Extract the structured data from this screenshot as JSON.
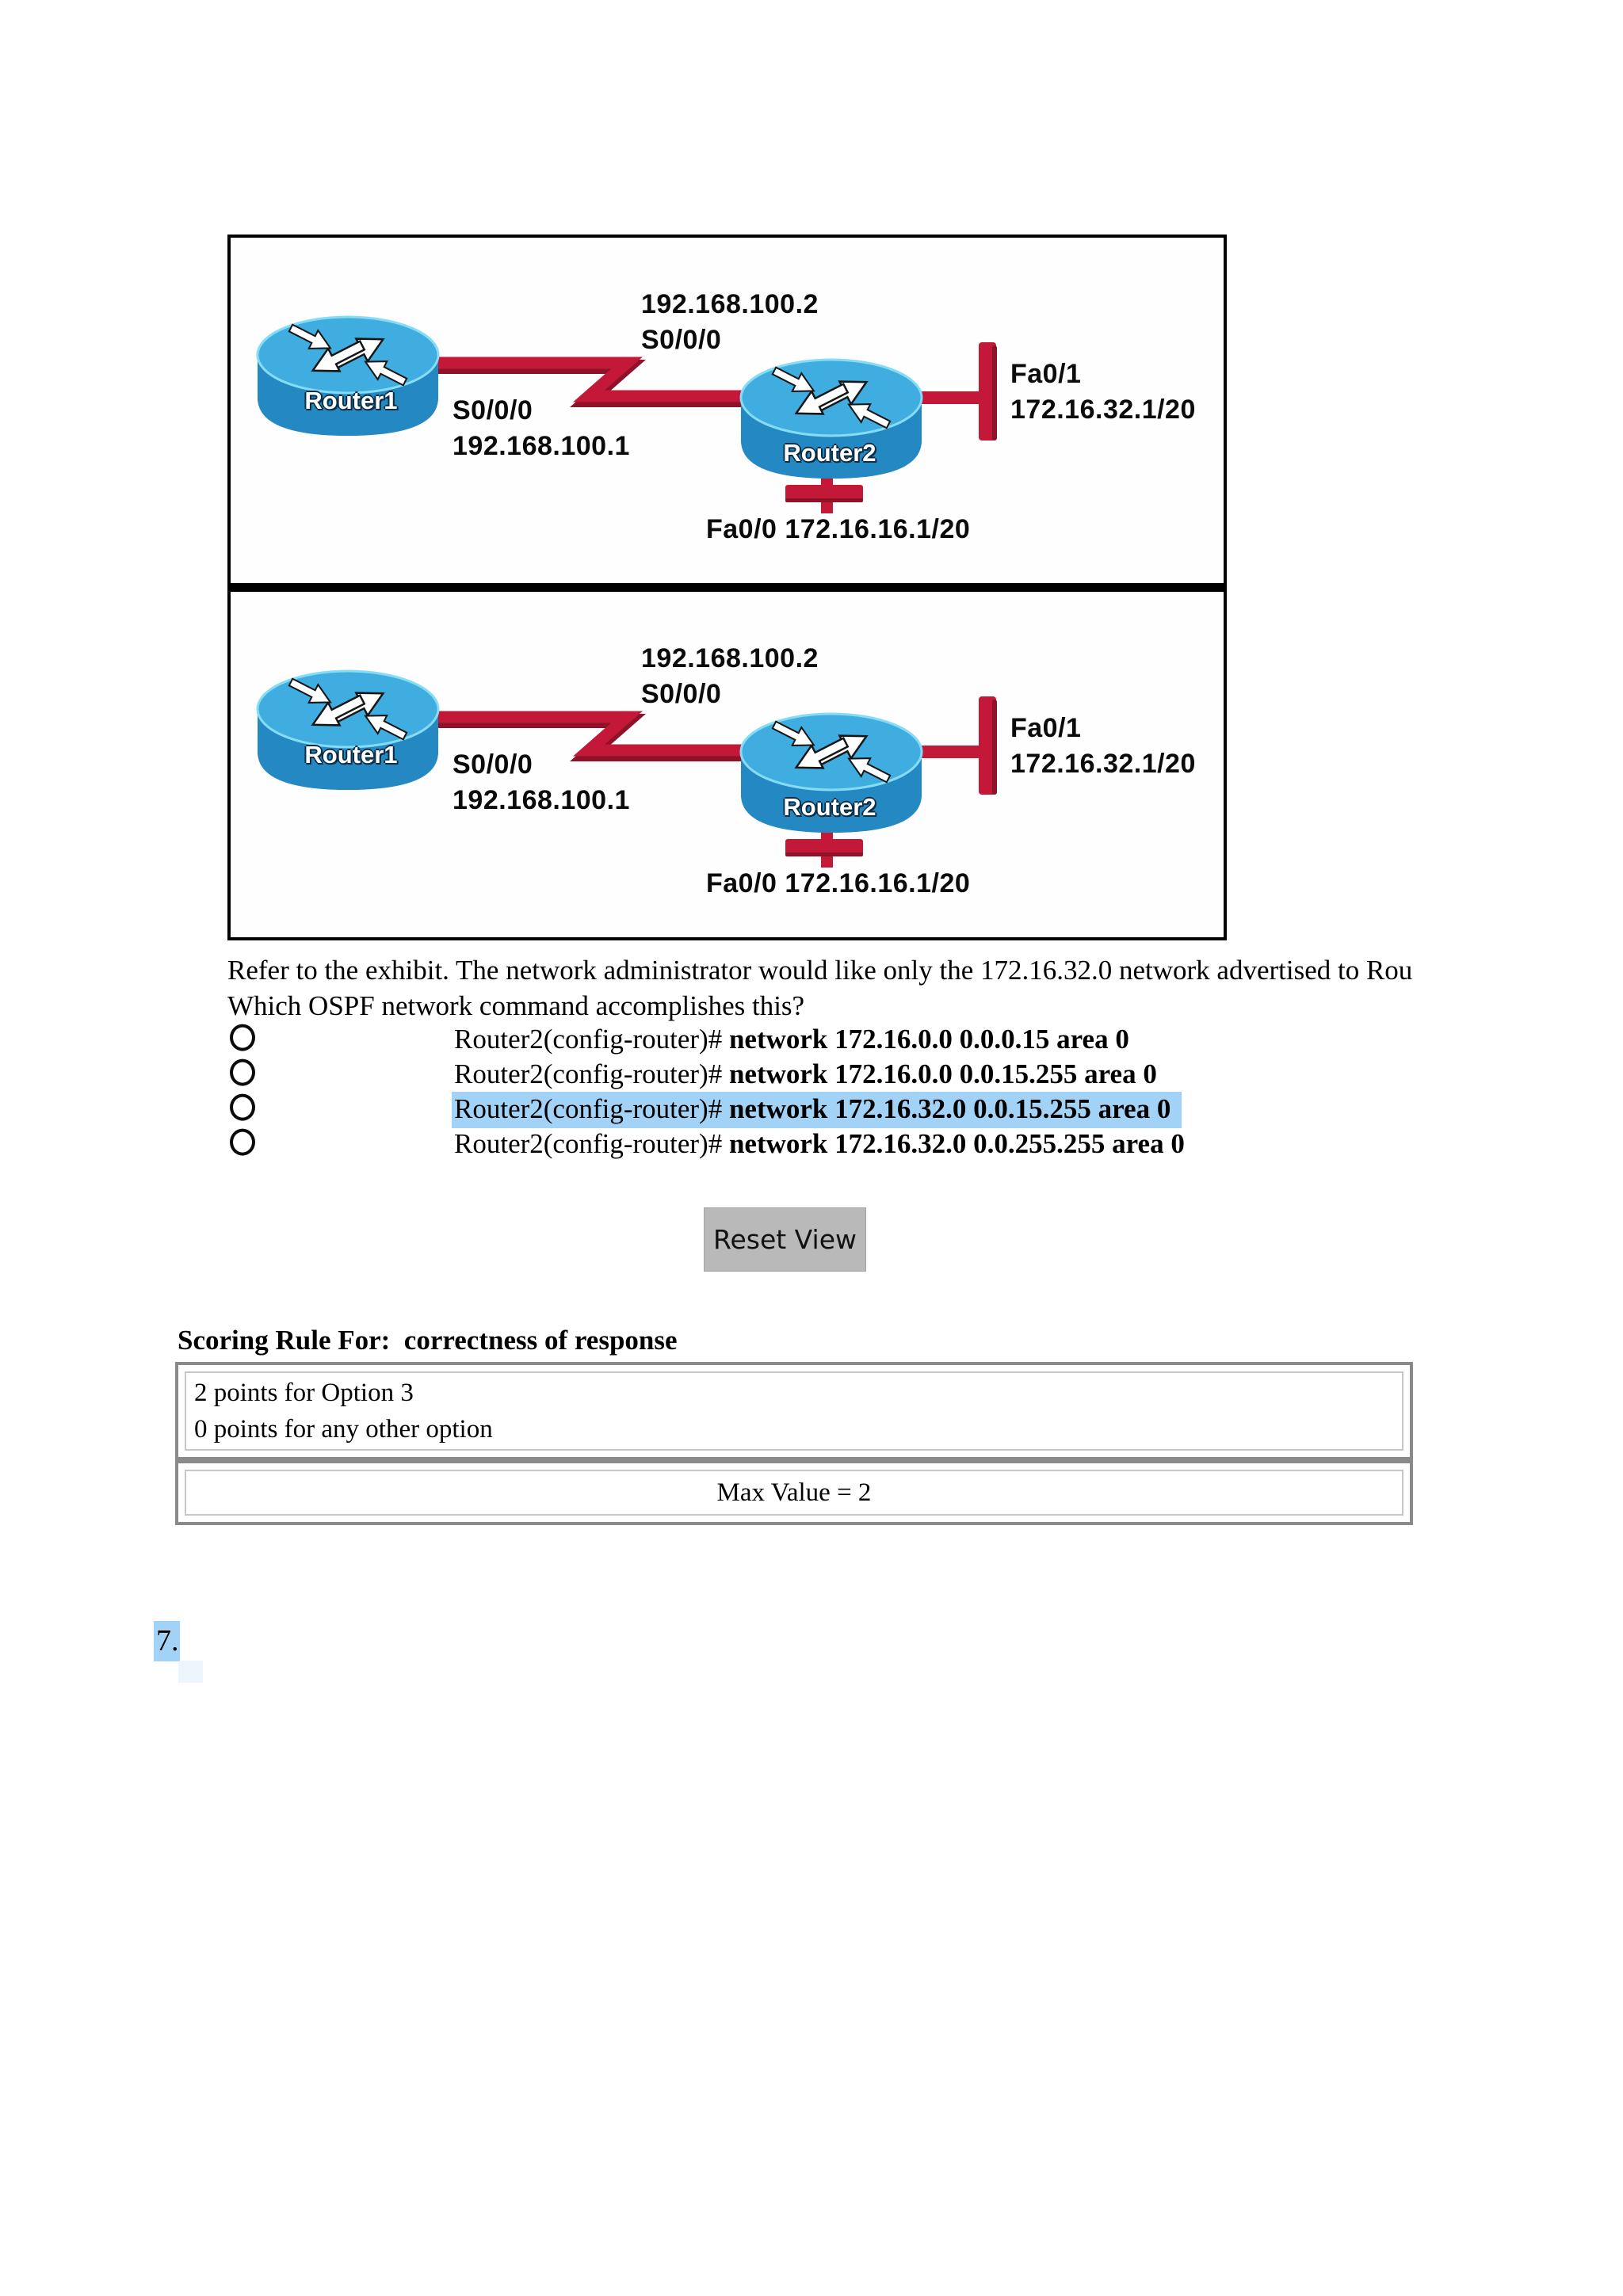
{
  "page": {
    "question_number": "7."
  },
  "exhibit": {
    "router1_label": "Router1",
    "router2_label": "Router2",
    "labels": {
      "serial_remote_ip": "192.168.100.2",
      "serial_remote_if": "S0/0/0",
      "serial_local_if": "S0/0/0",
      "serial_local_ip": "192.168.100.1",
      "fa01_if": "Fa0/1",
      "fa01_ip": "172.16.32.1/20",
      "fa00": "Fa0/0 172.16.16.1/20"
    }
  },
  "question": {
    "line1": "Refer to the exhibit. The network administrator would like only the 172.16.32.0 network advertised to Rou",
    "line2": "Which OSPF network command accomplishes this?",
    "options": [
      {
        "prompt": "Router2(config-router)# ",
        "command": "network 172.16.0.0 0.0.0.15 area 0",
        "highlighted": false
      },
      {
        "prompt": "Router2(config-router)# ",
        "command": "network 172.16.0.0 0.0.15.255 area 0",
        "highlighted": false
      },
      {
        "prompt": "Router2(config-router)# ",
        "command": "network 172.16.32.0 0.0.15.255 area 0",
        "highlighted": true
      },
      {
        "prompt": "Router2(config-router)# ",
        "command": "network 172.16.32.0 0.0.255.255 area 0",
        "highlighted": false
      }
    ]
  },
  "reset_button_label": "Reset View",
  "scoring": {
    "heading": "Scoring Rule For:  correctness of response",
    "rule_line1": "2 points for Option 3",
    "rule_line2": "0 points for any other option",
    "max_value": "Max Value = 2"
  },
  "colors": {
    "highlight": "#a3d2f7",
    "link-red": "#c41838",
    "link-red-dark": "#8e1228",
    "router-top": "#3fade0",
    "router-body": "#2489c2",
    "router-dark": "#19719f",
    "router-rim": "#86dcf4",
    "button-bg": "#b9b9b9",
    "table-border": "#8a8a8a"
  }
}
